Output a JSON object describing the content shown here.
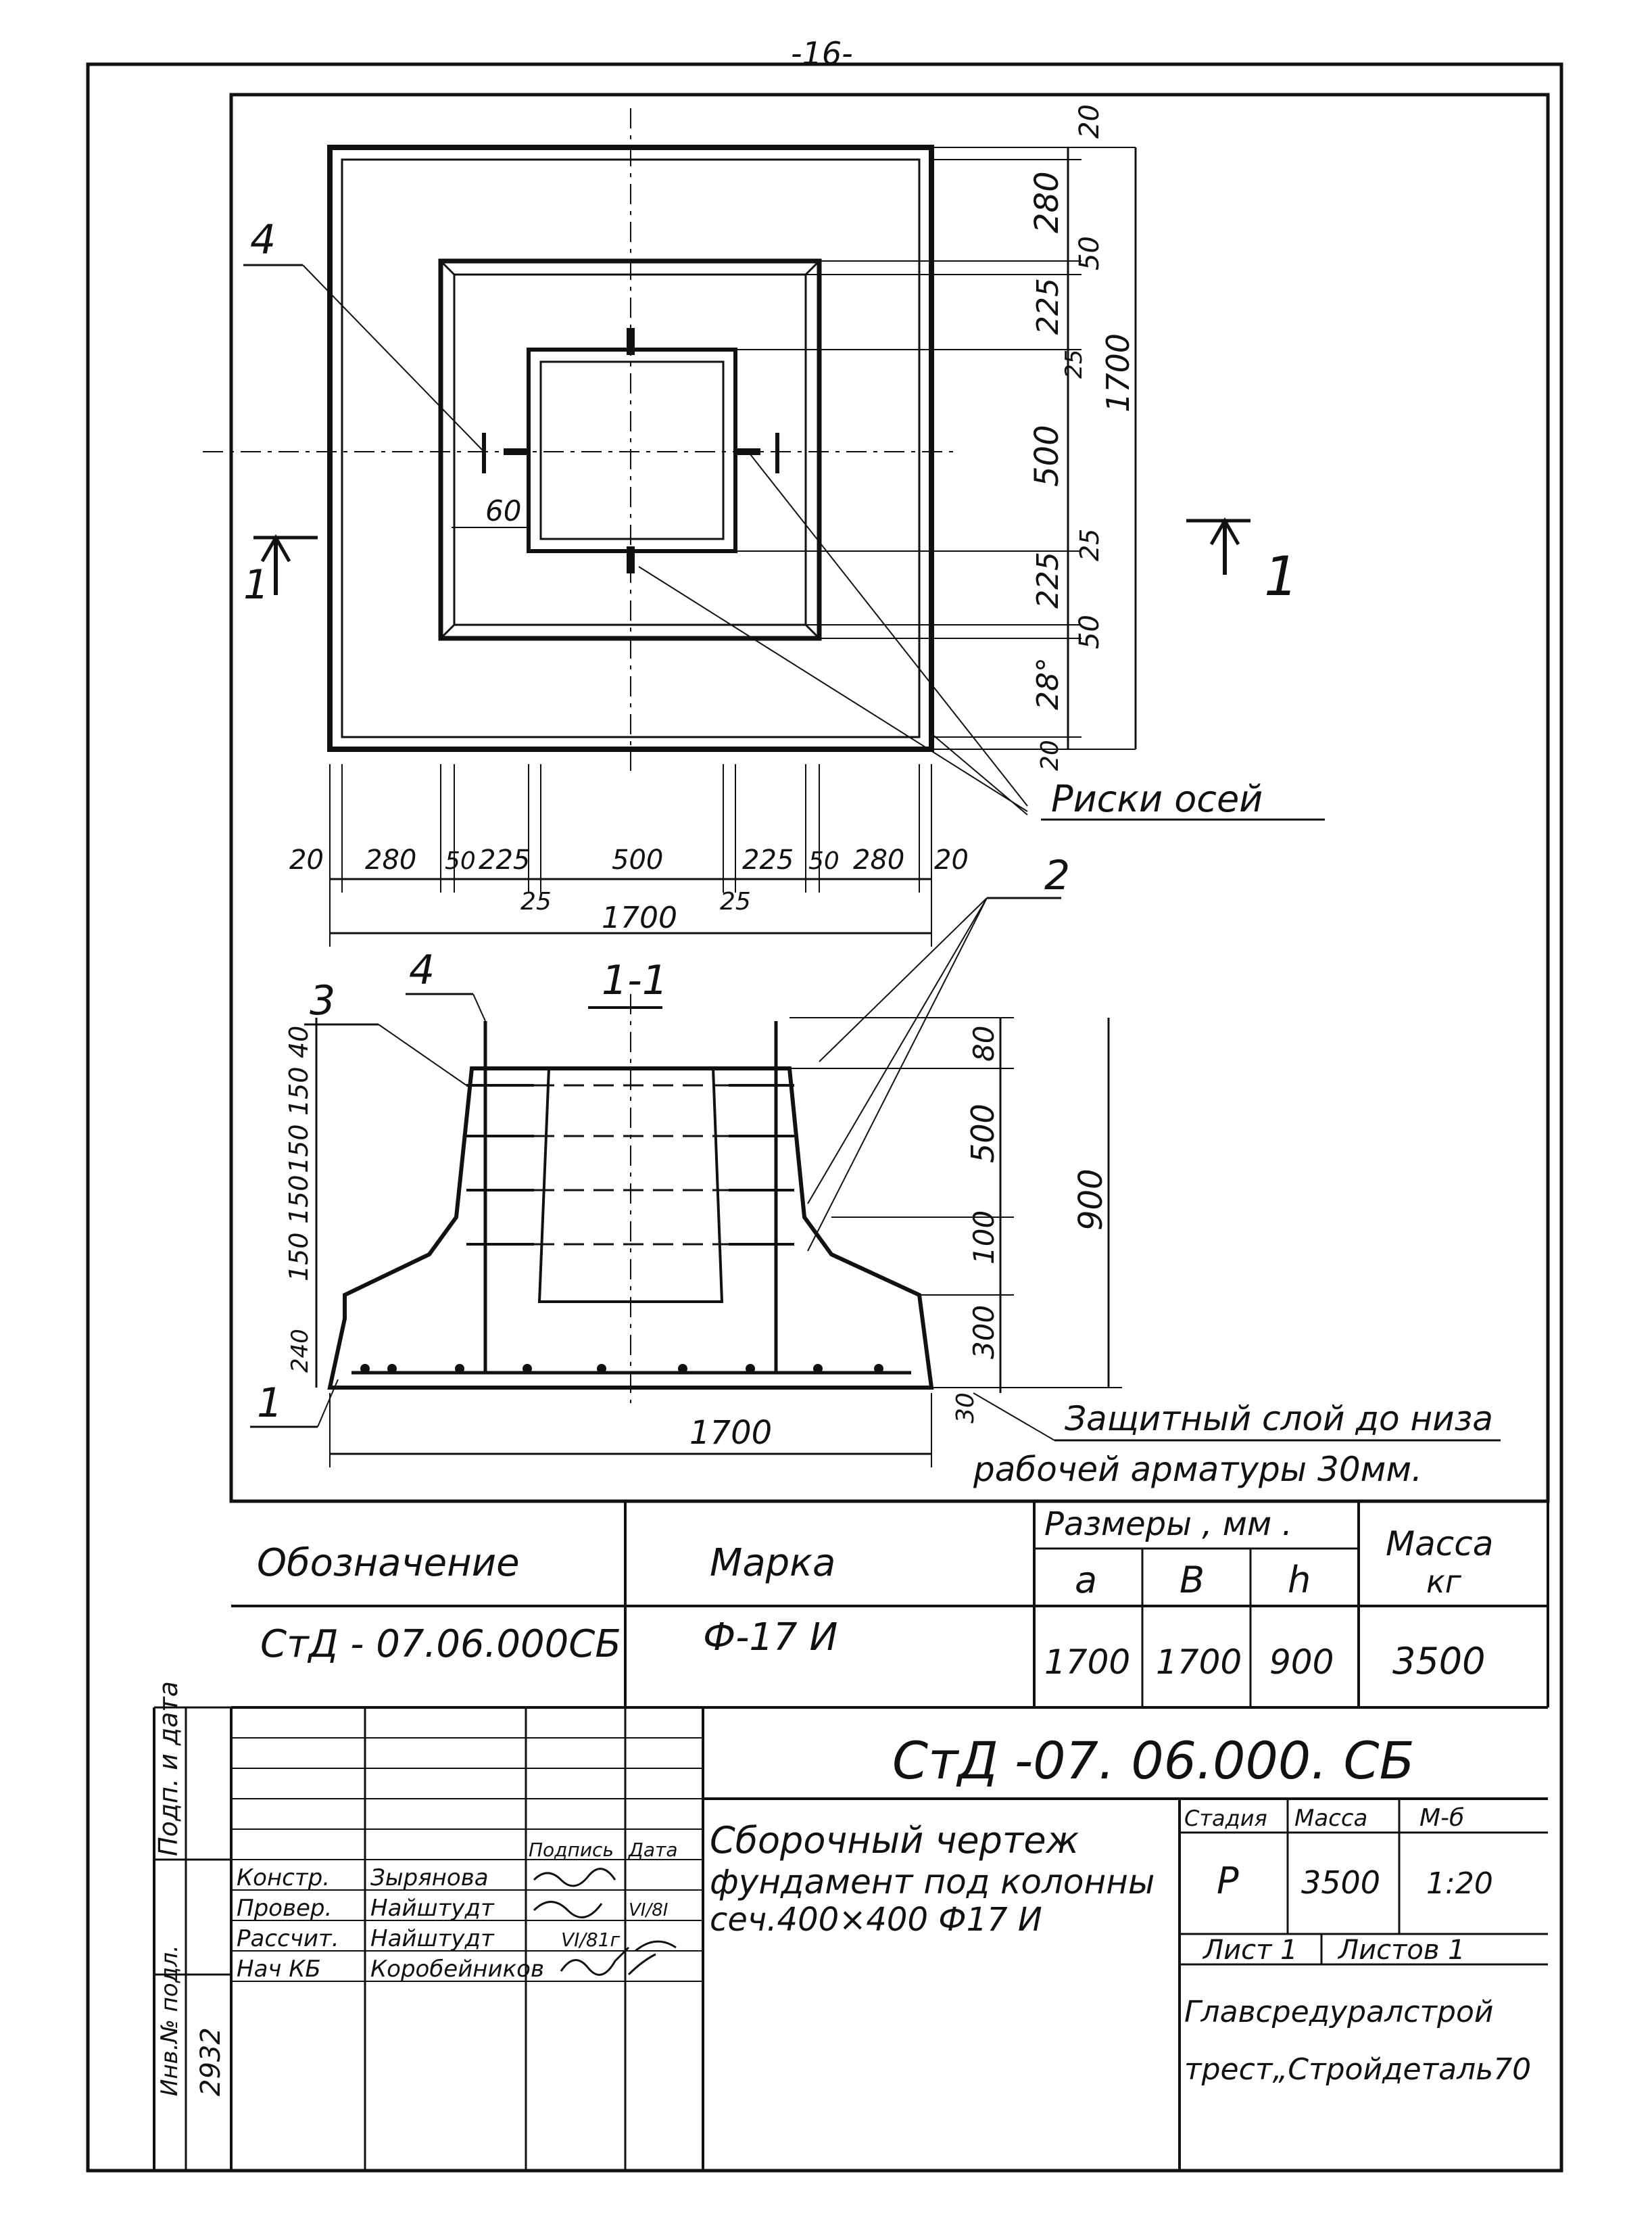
{
  "sheet": {
    "page_number": "-16-"
  },
  "plan": {
    "dims_bottom": [
      "20",
      "280",
      "50",
      "225",
      "500",
      "225",
      "50",
      "280",
      "20"
    ],
    "dims_bottom_small": [
      "25",
      "25"
    ],
    "overall_bottom": "1700",
    "dims_right": [
      "20",
      "280",
      "50",
      "225",
      "25",
      "500",
      "25",
      "225",
      "50",
      "28°",
      "20"
    ],
    "overall_right": "1700",
    "gap_60": "60",
    "callout_4": "4",
    "callout_2": "2",
    "section_mark": "1",
    "axis_marks_note": "Риски осей"
  },
  "section": {
    "title": "1-1",
    "callout_1": "1",
    "callout_3": "3",
    "callout_4": "4",
    "left_dims": [
      "40",
      "150",
      "150",
      "150",
      "150",
      "240"
    ],
    "right_dims": [
      "80",
      "500",
      "100",
      "300",
      "30"
    ],
    "overall_height": "900",
    "overall_width": "1700",
    "cover_note_line1": "Защитный слой до низа",
    "cover_note_line2": "рабочей арматуры 30мм."
  },
  "spec_table": {
    "headers": {
      "designation": "Обозначение",
      "mark": "Марка",
      "dimensions": "Размеры , мм .",
      "a": "a",
      "b": "B",
      "h": "h",
      "mass": "Масса",
      "mass_unit": "кг"
    },
    "row": {
      "designation": "СтД - 07.06.000СБ",
      "mark": "Ф-17 И",
      "a": "1700",
      "b": "1700",
      "h": "900",
      "mass": "3500"
    }
  },
  "title_block": {
    "doc_code": "СтД -07. 06.000. СБ",
    "title_line1": "Сборочный чертеж",
    "title_line2": "фундамент под колонны",
    "title_line3": "сеч.400×400 Ф17 И",
    "stage_label": "Стадия",
    "mass_label": "Масса",
    "scale_label": "М-б",
    "stage": "Р",
    "mass": "3500",
    "scale": "1:20",
    "sheet_label": "Лист 1",
    "sheets_label": "Листов 1",
    "org_line1": "Главсредуралстрой",
    "org_line2": "трест„Стройдеталь70",
    "sign_headers": [
      "Подпись",
      "Дата"
    ],
    "roles": [
      {
        "role": "Констр.",
        "name": "Зырянова",
        "date": ""
      },
      {
        "role": "Провер.",
        "name": "Найштудт",
        "date": "VI/8I"
      },
      {
        "role": "Рассчит.",
        "name": "Найштудт",
        "date": "VI/81г"
      },
      {
        "role": "Нач КБ",
        "name": "Коробейников",
        "date": ""
      }
    ],
    "side_labels": {
      "inv": "Инв.№ подл.",
      "sign_date": "Подп. и дата",
      "inv_number": "2932"
    }
  }
}
